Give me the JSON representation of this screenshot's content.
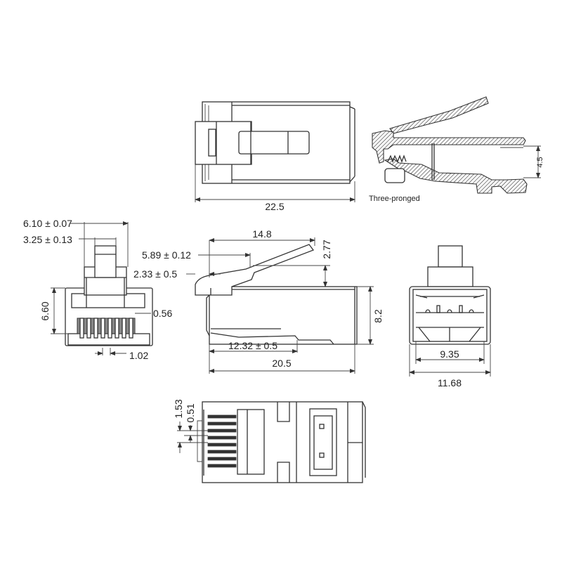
{
  "drawing": {
    "subject": "RJ45 shielded modular plug technical drawing",
    "units": "mm",
    "colors": {
      "line": "#333333",
      "background": "#ffffff"
    }
  },
  "views": {
    "top_view": {
      "dimensions": {
        "overall_length": "22.5"
      }
    },
    "section_view": {
      "caption": "Three-pronged",
      "dimensions": {
        "cavity_height": "4.5"
      }
    },
    "front_view": {
      "dimensions": {
        "latch_base_width": "6.10 ± 0.07",
        "latch_width": "3.25 ± 0.13",
        "height": "6.60",
        "contact_width": "0.56",
        "contact_pitch": "1.02"
      }
    },
    "side_view": {
      "dimensions": {
        "latch_length": "14.8",
        "latch_step": "5.89 ± 0.12",
        "latch_offset": "2.33 ± 0.5",
        "latch_rise": "2.77",
        "body_height": "8.2",
        "contact_length": "12.32 ± 0.5",
        "overall_length": "20.5"
      }
    },
    "rear_view": {
      "dimensions": {
        "inner_width": "9.35",
        "outer_width": "11.68"
      }
    },
    "bottom_view": {
      "dimensions": {
        "contact_pitch": "1.53",
        "contact_gap": "0.51"
      }
    }
  }
}
